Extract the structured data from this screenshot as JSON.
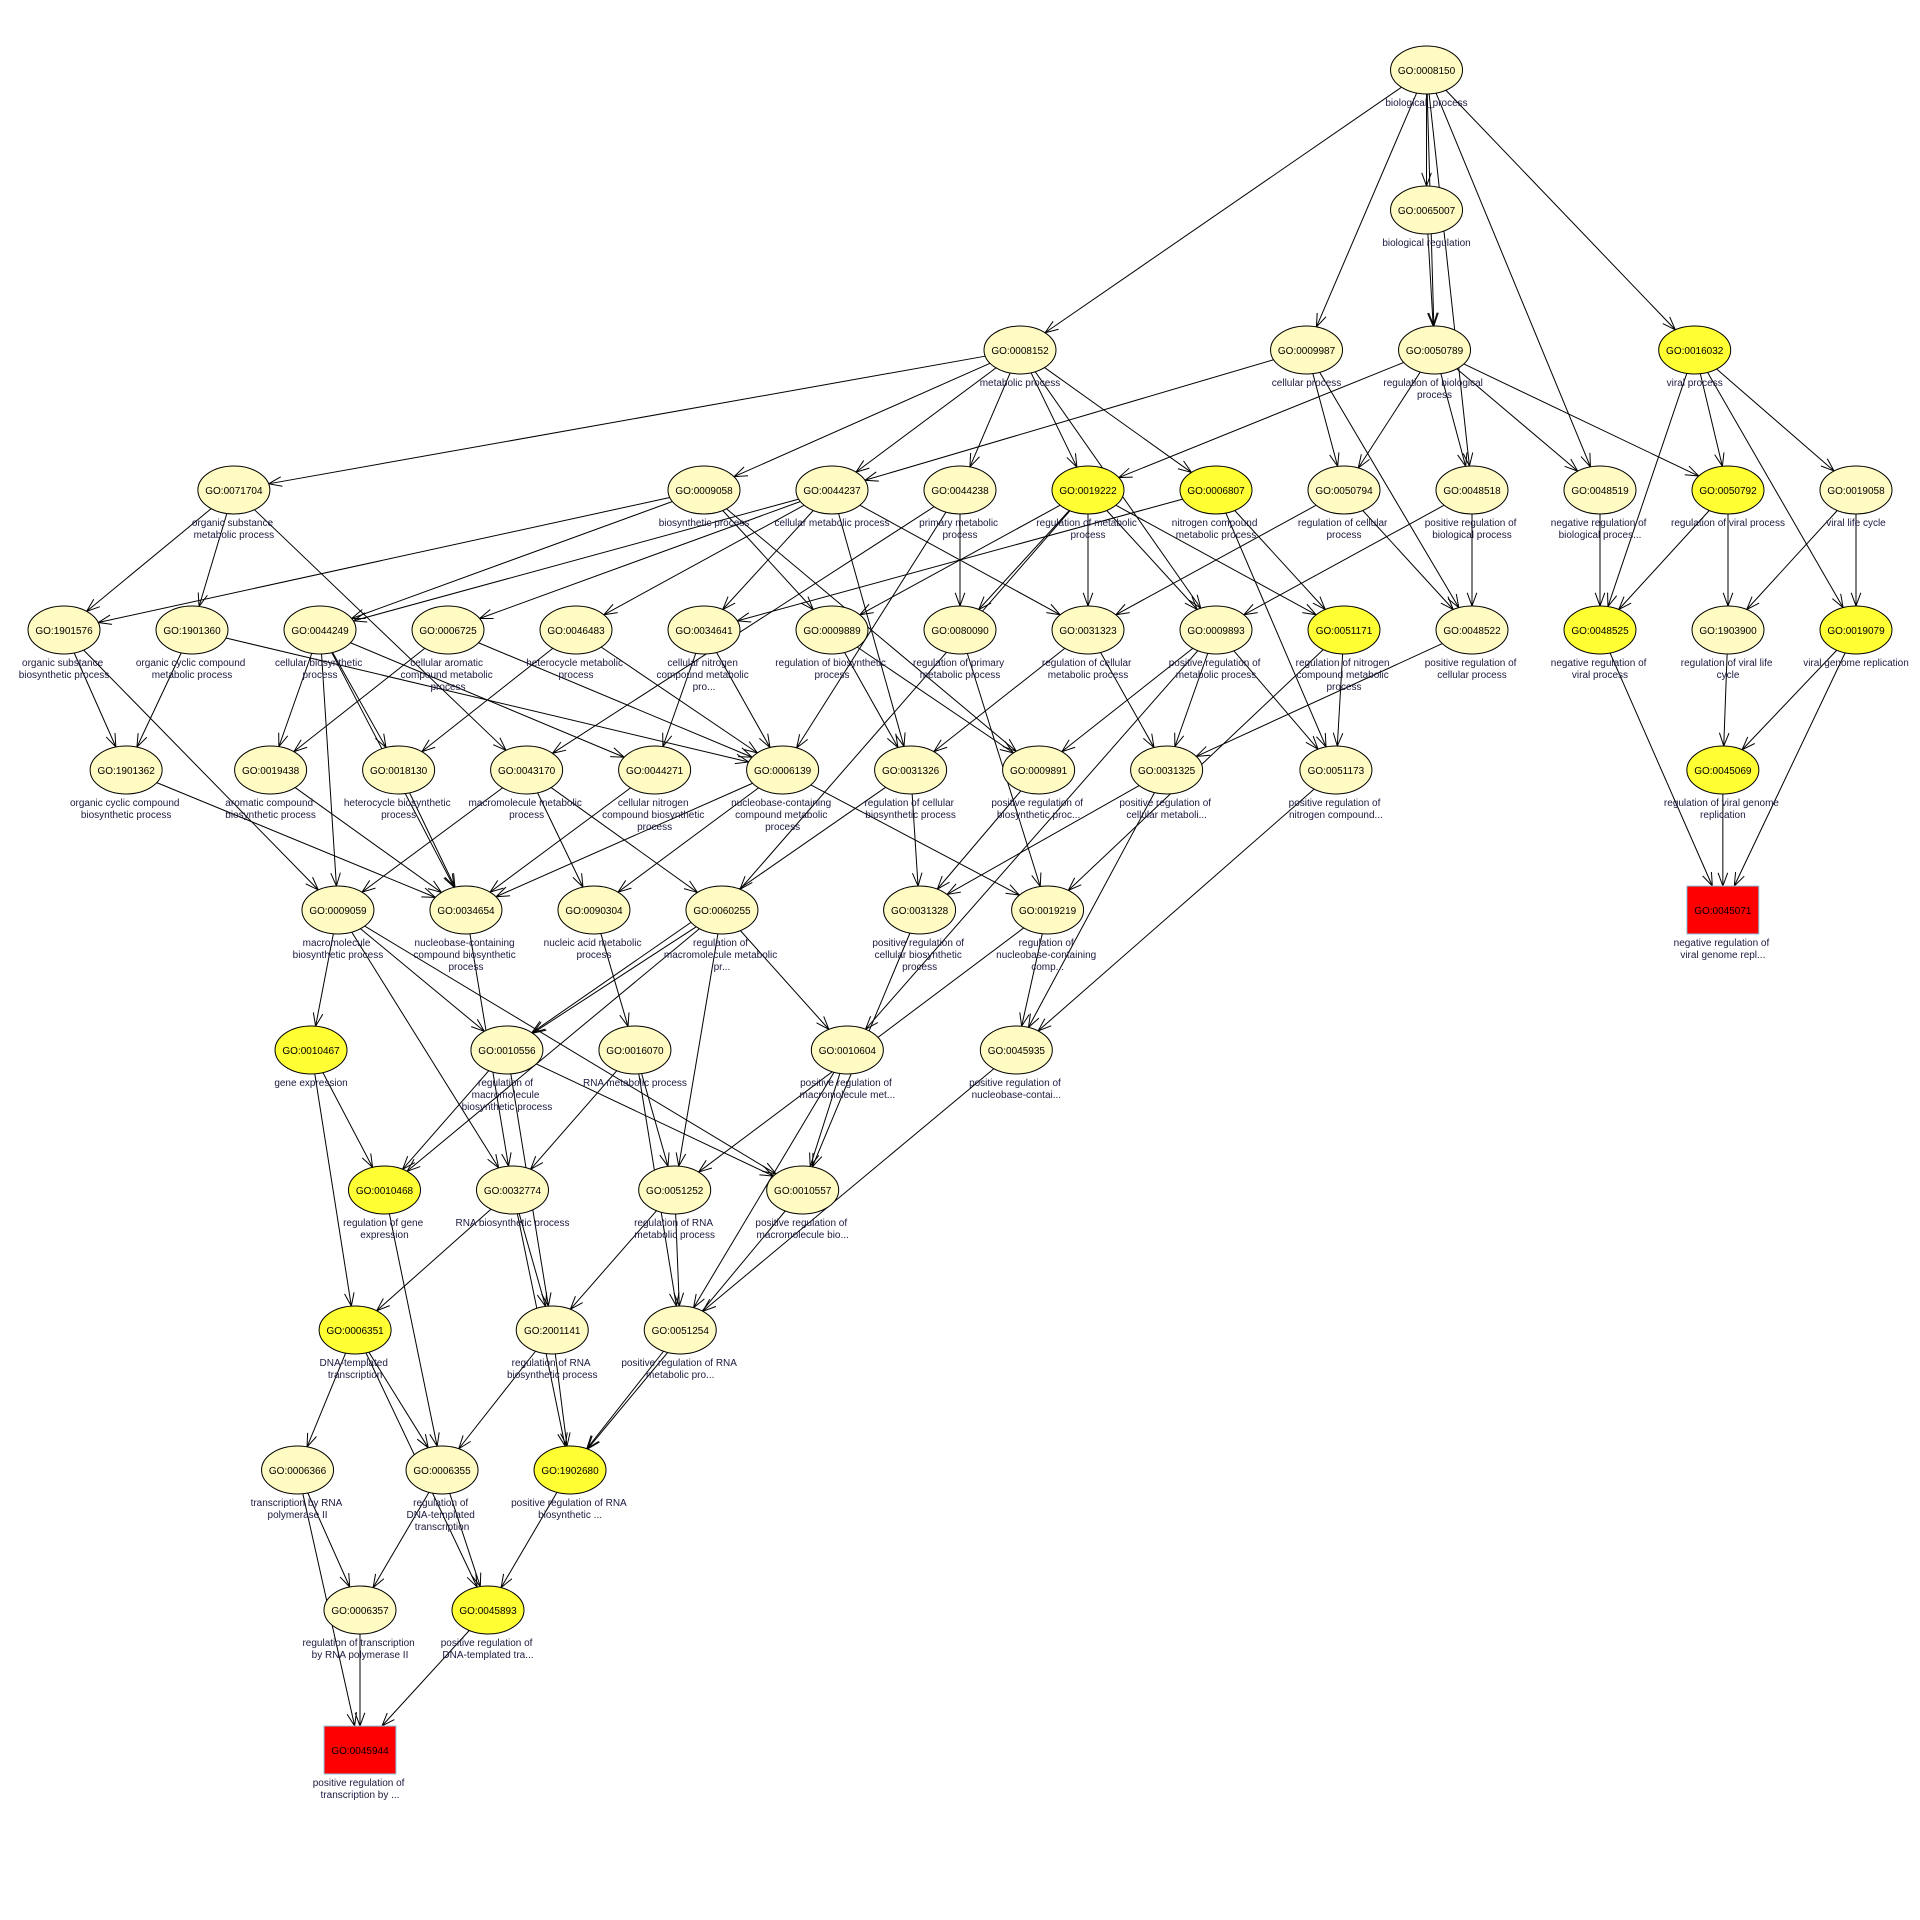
{
  "colors": {
    "pale": "#FFFBC2",
    "yellow": "#FFFF33",
    "red": "#FF0000",
    "edge": "#000000"
  },
  "nodes": [
    {
      "id": "GO:0008150",
      "label": "biological_process",
      "fill": "pale"
    },
    {
      "id": "GO:0065007",
      "label": "biological regulation",
      "fill": "pale"
    },
    {
      "id": "GO:0008152",
      "label": "metabolic process",
      "fill": "pale"
    },
    {
      "id": "GO:0009987",
      "label": "cellular process",
      "fill": "pale"
    },
    {
      "id": "GO:0050789",
      "label": "regulation of biological process",
      "fill": "pale"
    },
    {
      "id": "GO:0016032",
      "label": "viral process",
      "fill": "yellow"
    },
    {
      "id": "GO:0071704",
      "label": "organic substance metabolic process",
      "fill": "pale"
    },
    {
      "id": "GO:0009058",
      "label": "biosynthetic process",
      "fill": "pale"
    },
    {
      "id": "GO:0044237",
      "label": "cellular metabolic process",
      "fill": "pale"
    },
    {
      "id": "GO:0044238",
      "label": "primary metabolic process",
      "fill": "pale"
    },
    {
      "id": "GO:0019222",
      "label": "regulation of metabolic process",
      "fill": "yellow"
    },
    {
      "id": "GO:0006807",
      "label": "nitrogen compound metabolic process",
      "fill": "yellow"
    },
    {
      "id": "GO:0050794",
      "label": "regulation of cellular process",
      "fill": "pale"
    },
    {
      "id": "GO:0048518",
      "label": "positive regulation of biological process",
      "fill": "pale"
    },
    {
      "id": "GO:0048519",
      "label": "negative regulation of biological proces...",
      "fill": "pale"
    },
    {
      "id": "GO:0050792",
      "label": "regulation of viral process",
      "fill": "yellow"
    },
    {
      "id": "GO:0019058",
      "label": "viral life cycle",
      "fill": "pale"
    },
    {
      "id": "GO:1901576",
      "label": "organic substance biosynthetic process",
      "fill": "pale"
    },
    {
      "id": "GO:1901360",
      "label": "organic cyclic compound metabolic process",
      "fill": "pale"
    },
    {
      "id": "GO:0044249",
      "label": "cellular biosynthetic process",
      "fill": "pale"
    },
    {
      "id": "GO:0006725",
      "label": "cellular aromatic compound metabolic process",
      "fill": "pale"
    },
    {
      "id": "GO:0046483",
      "label": "heterocycle metabolic process",
      "fill": "pale"
    },
    {
      "id": "GO:0034641",
      "label": "cellular nitrogen compound metabolic pro...",
      "fill": "pale"
    },
    {
      "id": "GO:0009889",
      "label": "regulation of biosynthetic process",
      "fill": "pale"
    },
    {
      "id": "GO:0080090",
      "label": "regulation of primary metabolic process",
      "fill": "pale"
    },
    {
      "id": "GO:0031323",
      "label": "regulation of cellular metabolic process",
      "fill": "pale"
    },
    {
      "id": "GO:0009893",
      "label": "positive regulation of metabolic process",
      "fill": "pale"
    },
    {
      "id": "GO:0051171",
      "label": "regulation of nitrogen compound metabolic process",
      "fill": "yellow"
    },
    {
      "id": "GO:0048522",
      "label": "positive regulation of cellular process",
      "fill": "pale"
    },
    {
      "id": "GO:0048525",
      "label": "negative regulation of viral process",
      "fill": "yellow"
    },
    {
      "id": "GO:1903900",
      "label": "regulation of viral life cycle",
      "fill": "pale"
    },
    {
      "id": "GO:0019079",
      "label": "viral genome replication",
      "fill": "yellow"
    },
    {
      "id": "GO:1901362",
      "label": "organic cyclic compound biosynthetic process",
      "fill": "pale"
    },
    {
      "id": "GO:0019438",
      "label": "aromatic compound biosynthetic process",
      "fill": "pale"
    },
    {
      "id": "GO:0018130",
      "label": "heterocycle biosynthetic process",
      "fill": "pale"
    },
    {
      "id": "GO:0043170",
      "label": "macromolecule metabolic process",
      "fill": "pale"
    },
    {
      "id": "GO:0044271",
      "label": "cellular nitrogen compound biosynthetic process",
      "fill": "pale"
    },
    {
      "id": "GO:0006139",
      "label": "nucleobase-containing compound metabolic process",
      "fill": "pale"
    },
    {
      "id": "GO:0031326",
      "label": "regulation of cellular biosynthetic process",
      "fill": "pale"
    },
    {
      "id": "GO:0009891",
      "label": "positive regulation of biosynthetic proc...",
      "fill": "pale"
    },
    {
      "id": "GO:0031325",
      "label": "positive regulation of cellular metaboli...",
      "fill": "pale"
    },
    {
      "id": "GO:0051173",
      "label": "positive regulation of nitrogen compound...",
      "fill": "pale"
    },
    {
      "id": "GO:0045069",
      "label": "regulation of viral genome replication",
      "fill": "yellow"
    },
    {
      "id": "GO:0009059",
      "label": "macromolecule biosynthetic process",
      "fill": "pale"
    },
    {
      "id": "GO:0034654",
      "label": "nucleobase-containing compound biosynthetic process",
      "fill": "pale"
    },
    {
      "id": "GO:0090304",
      "label": "nucleic acid metabolic process",
      "fill": "pale"
    },
    {
      "id": "GO:0060255",
      "label": "regulation of macromolecule metabolic pr...",
      "fill": "pale"
    },
    {
      "id": "GO:0031328",
      "label": "positive regulation of cellular biosynthetic process",
      "fill": "pale"
    },
    {
      "id": "GO:0019219",
      "label": "regulation of nucleobase-containing comp...",
      "fill": "pale"
    },
    {
      "id": "GO:0045071",
      "label": "negative regulation of viral genome repl...",
      "fill": "red"
    },
    {
      "id": "GO:0010467",
      "label": "gene expression",
      "fill": "yellow"
    },
    {
      "id": "GO:0010556",
      "label": "regulation of macromolecule biosynthetic process",
      "fill": "pale"
    },
    {
      "id": "GO:0016070",
      "label": "RNA metabolic process",
      "fill": "pale"
    },
    {
      "id": "GO:0010604",
      "label": "positive regulation of macromolecule met...",
      "fill": "pale"
    },
    {
      "id": "GO:0045935",
      "label": "positive regulation of nucleobase-contai...",
      "fill": "pale"
    },
    {
      "id": "GO:0010468",
      "label": "regulation of gene expression",
      "fill": "yellow"
    },
    {
      "id": "GO:0032774",
      "label": "RNA biosynthetic process",
      "fill": "pale"
    },
    {
      "id": "GO:0051252",
      "label": "regulation of RNA metabolic process",
      "fill": "pale"
    },
    {
      "id": "GO:0010557",
      "label": "positive regulation of macromolecule bio...",
      "fill": "pale"
    },
    {
      "id": "GO:0006351",
      "label": "DNA-templated transcription",
      "fill": "yellow"
    },
    {
      "id": "GO:2001141",
      "label": "regulation of RNA biosynthetic process",
      "fill": "pale"
    },
    {
      "id": "GO:0051254",
      "label": "positive regulation of RNA metabolic pro...",
      "fill": "pale"
    },
    {
      "id": "GO:0006366",
      "label": "transcription by RNA polymerase II",
      "fill": "pale"
    },
    {
      "id": "GO:0006355",
      "label": "regulation of DNA-templated transcription",
      "fill": "pale"
    },
    {
      "id": "GO:1902680",
      "label": "positive regulation of RNA biosynthetic ...",
      "fill": "yellow"
    },
    {
      "id": "GO:0006357",
      "label": "regulation of transcription by RNA polymerase II",
      "fill": "pale"
    },
    {
      "id": "GO:0045893",
      "label": "positive regulation of DNA-templated tra...",
      "fill": "yellow"
    },
    {
      "id": "GO:0045944",
      "label": "positive regulation of transcription by ...",
      "fill": "red"
    }
  ],
  "edges": [
    [
      "GO:0008150",
      "GO:0065007"
    ],
    [
      "GO:0008150",
      "GO:0008152"
    ],
    [
      "GO:0008150",
      "GO:0009987"
    ],
    [
      "GO:0008150",
      "GO:0050789"
    ],
    [
      "GO:0008150",
      "GO:0016032"
    ],
    [
      "GO:0008150",
      "GO:0048518"
    ],
    [
      "GO:0008150",
      "GO:0048519"
    ],
    [
      "GO:0065007",
      "GO:0050789"
    ],
    [
      "GO:0008152",
      "GO:0071704"
    ],
    [
      "GO:0008152",
      "GO:0009058"
    ],
    [
      "GO:0008152",
      "GO:0044237"
    ],
    [
      "GO:0008152",
      "GO:0044238"
    ],
    [
      "GO:0008152",
      "GO:0019222"
    ],
    [
      "GO:0008152",
      "GO:0006807"
    ],
    [
      "GO:0008152",
      "GO:0009893"
    ],
    [
      "GO:0009987",
      "GO:0044237"
    ],
    [
      "GO:0009987",
      "GO:0050794"
    ],
    [
      "GO:0009987",
      "GO:0048522"
    ],
    [
      "GO:0050789",
      "GO:0019222"
    ],
    [
      "GO:0050789",
      "GO:0050794"
    ],
    [
      "GO:0050789",
      "GO:0048518"
    ],
    [
      "GO:0050789",
      "GO:0048519"
    ],
    [
      "GO:0050789",
      "GO:0050792"
    ],
    [
      "GO:0016032",
      "GO:0050792"
    ],
    [
      "GO:0016032",
      "GO:0019058"
    ],
    [
      "GO:0016032",
      "GO:0048525"
    ],
    [
      "GO:0016032",
      "GO:0019079"
    ],
    [
      "GO:0071704",
      "GO:1901576"
    ],
    [
      "GO:0071704",
      "GO:1901360"
    ],
    [
      "GO:0071704",
      "GO:0043170"
    ],
    [
      "GO:0009058",
      "GO:1901576"
    ],
    [
      "GO:0009058",
      "GO:0044249"
    ],
    [
      "GO:0009058",
      "GO:0009889"
    ],
    [
      "GO:0009058",
      "GO:0009891"
    ],
    [
      "GO:0044237",
      "GO:0044249"
    ],
    [
      "GO:0044237",
      "GO:0006725"
    ],
    [
      "GO:0044237",
      "GO:0046483"
    ],
    [
      "GO:0044237",
      "GO:0034641"
    ],
    [
      "GO:0044237",
      "GO:0031323"
    ],
    [
      "GO:0044237",
      "GO:0031326"
    ],
    [
      "GO:0044238",
      "GO:0043170"
    ],
    [
      "GO:0044238",
      "GO:0080090"
    ],
    [
      "GO:0044238",
      "GO:0006139"
    ],
    [
      "GO:0019222",
      "GO:0009889"
    ],
    [
      "GO:0019222",
      "GO:0080090"
    ],
    [
      "GO:0019222",
      "GO:0031323"
    ],
    [
      "GO:0019222",
      "GO:0009893"
    ],
    [
      "GO:0019222",
      "GO:0051171"
    ],
    [
      "GO:0019222",
      "GO:0060255"
    ],
    [
      "GO:0006807",
      "GO:0034641"
    ],
    [
      "GO:0006807",
      "GO:0051171"
    ],
    [
      "GO:0006807",
      "GO:0051173"
    ],
    [
      "GO:0050794",
      "GO:0031323"
    ],
    [
      "GO:0050794",
      "GO:0048522"
    ],
    [
      "GO:0048518",
      "GO:0009893"
    ],
    [
      "GO:0048518",
      "GO:0048522"
    ],
    [
      "GO:0048519",
      "GO:0048525"
    ],
    [
      "GO:0050792",
      "GO:0048525"
    ],
    [
      "GO:0050792",
      "GO:1903900"
    ],
    [
      "GO:0019058",
      "GO:1903900"
    ],
    [
      "GO:0019058",
      "GO:0019079"
    ],
    [
      "GO:1901576",
      "GO:1901362"
    ],
    [
      "GO:1901576",
      "GO:0009059"
    ],
    [
      "GO:1901360",
      "GO:1901362"
    ],
    [
      "GO:1901360",
      "GO:0006139"
    ],
    [
      "GO:0044249",
      "GO:0019438"
    ],
    [
      "GO:0044249",
      "GO:0018130"
    ],
    [
      "GO:0044249",
      "GO:0044271"
    ],
    [
      "GO:0044249",
      "GO:0009059"
    ],
    [
      "GO:0044249",
      "GO:0034654"
    ],
    [
      "GO:0006725",
      "GO:0019438"
    ],
    [
      "GO:0006725",
      "GO:0006139"
    ],
    [
      "GO:0046483",
      "GO:0018130"
    ],
    [
      "GO:0046483",
      "GO:0006139"
    ],
    [
      "GO:0034641",
      "GO:0044271"
    ],
    [
      "GO:0034641",
      "GO:0006139"
    ],
    [
      "GO:0009889",
      "GO:0031326"
    ],
    [
      "GO:0009889",
      "GO:0009891"
    ],
    [
      "GO:0080090",
      "GO:0019219"
    ],
    [
      "GO:0031323",
      "GO:0031326"
    ],
    [
      "GO:0031323",
      "GO:0031325"
    ],
    [
      "GO:0009893",
      "GO:0009891"
    ],
    [
      "GO:0009893",
      "GO:0031325"
    ],
    [
      "GO:0009893",
      "GO:0051173"
    ],
    [
      "GO:0009893",
      "GO:0010604"
    ],
    [
      "GO:0051171",
      "GO:0051173"
    ],
    [
      "GO:0051171",
      "GO:0019219"
    ],
    [
      "GO:0048522",
      "GO:0031325"
    ],
    [
      "GO:0048525",
      "GO:0045071"
    ],
    [
      "GO:1903900",
      "GO:0045069"
    ],
    [
      "GO:0019079",
      "GO:0045069"
    ],
    [
      "GO:0019079",
      "GO:0045071"
    ],
    [
      "GO:1901362",
      "GO:0034654"
    ],
    [
      "GO:0019438",
      "GO:0034654"
    ],
    [
      "GO:0018130",
      "GO:0034654"
    ],
    [
      "GO:0043170",
      "GO:0009059"
    ],
    [
      "GO:0043170",
      "GO:0090304"
    ],
    [
      "GO:0043170",
      "GO:0060255"
    ],
    [
      "GO:0044271",
      "GO:0034654"
    ],
    [
      "GO:0006139",
      "GO:0034654"
    ],
    [
      "GO:0006139",
      "GO:0090304"
    ],
    [
      "GO:0006139",
      "GO:0019219"
    ],
    [
      "GO:0031326",
      "GO:0031328"
    ],
    [
      "GO:0031326",
      "GO:0010556"
    ],
    [
      "GO:0009891",
      "GO:0031328"
    ],
    [
      "GO:0031325",
      "GO:0031328"
    ],
    [
      "GO:0031325",
      "GO:0045935"
    ],
    [
      "GO:0051173",
      "GO:0045935"
    ],
    [
      "GO:0045069",
      "GO:0045071"
    ],
    [
      "GO:0009059",
      "GO:0010467"
    ],
    [
      "GO:0009059",
      "GO:0032774"
    ],
    [
      "GO:0009059",
      "GO:0010556"
    ],
    [
      "GO:0009059",
      "GO:0010557"
    ],
    [
      "GO:0034654",
      "GO:0032774"
    ],
    [
      "GO:0090304",
      "GO:0016070"
    ],
    [
      "GO:0060255",
      "GO:0010556"
    ],
    [
      "GO:0060255",
      "GO:0010604"
    ],
    [
      "GO:0060255",
      "GO:0010468"
    ],
    [
      "GO:0060255",
      "GO:0051252"
    ],
    [
      "GO:0031328",
      "GO:0010557"
    ],
    [
      "GO:0019219",
      "GO:0051252"
    ],
    [
      "GO:0019219",
      "GO:0045935"
    ],
    [
      "GO:0010467",
      "GO:0010468"
    ],
    [
      "GO:0010467",
      "GO:0006351"
    ],
    [
      "GO:0010556",
      "GO:0010468"
    ],
    [
      "GO:0010556",
      "GO:2001141"
    ],
    [
      "GO:0010556",
      "GO:0010557"
    ],
    [
      "GO:0016070",
      "GO:0032774"
    ],
    [
      "GO:0016070",
      "GO:0051252"
    ],
    [
      "GO:0016070",
      "GO:0051254"
    ],
    [
      "GO:0010604",
      "GO:0010557"
    ],
    [
      "GO:0010604",
      "GO:0051254"
    ],
    [
      "GO:0045935",
      "GO:0051254"
    ],
    [
      "GO:0010468",
      "GO:0006355"
    ],
    [
      "GO:0032774",
      "GO:0006351"
    ],
    [
      "GO:0032774",
      "GO:2001141"
    ],
    [
      "GO:0032774",
      "GO:1902680"
    ],
    [
      "GO:0051252",
      "GO:2001141"
    ],
    [
      "GO:0051252",
      "GO:0051254"
    ],
    [
      "GO:0010557",
      "GO:1902680"
    ],
    [
      "GO:0006351",
      "GO:0006366"
    ],
    [
      "GO:0006351",
      "GO:0006355"
    ],
    [
      "GO:0006351",
      "GO:0045893"
    ],
    [
      "GO:2001141",
      "GO:0006355"
    ],
    [
      "GO:2001141",
      "GO:1902680"
    ],
    [
      "GO:0051254",
      "GO:1902680"
    ],
    [
      "GO:0006366",
      "GO:0006357"
    ],
    [
      "GO:0006366",
      "GO:0045944"
    ],
    [
      "GO:0006355",
      "GO:0006357"
    ],
    [
      "GO:0006355",
      "GO:0045893"
    ],
    [
      "GO:1902680",
      "GO:0045893"
    ],
    [
      "GO:0006357",
      "GO:0045944"
    ],
    [
      "GO:0045893",
      "GO:0045944"
    ]
  ]
}
